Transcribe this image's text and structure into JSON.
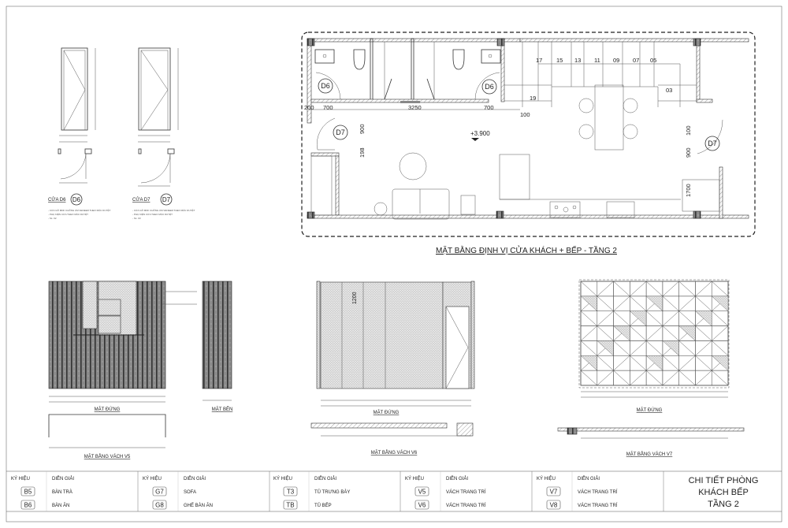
{
  "plan": {
    "title": "MẶT BẰNG ĐỊNH VỊ CỬA KHÁCH + BẾP - TẦNG 2",
    "level": "+3.900",
    "door_tags": [
      "D6",
      "D6",
      "D7",
      "D7"
    ],
    "stair_steps": [
      "17",
      "15",
      "13",
      "11",
      "09",
      "07",
      "05",
      "03",
      "19"
    ],
    "dimensions": [
      "200",
      "700",
      "3250",
      "700",
      "100",
      "900",
      "198",
      "100",
      "900",
      "1700"
    ]
  },
  "doors": [
    {
      "caption": "CỬA D6",
      "tag": "D6",
      "notes": [
        "- CỬA GỖ MDF CHỐNG ẨM VENEER THEO MẪU DUYỆT",
        "- PHỤ KIỆN CỬA THEO MẪU DUYỆT",
        "- SL: 02"
      ]
    },
    {
      "caption": "CỬA D7",
      "tag": "D7",
      "notes": [
        "- CỬA GỖ MDF CHỐNG ẨM VENEER THEO MẪU DUYỆT",
        "- PHỤ KIỆN CỬA THEO MẪU DUYỆT",
        "- SL: 03"
      ]
    }
  ],
  "elevations": {
    "v5_front": "MẶT ĐỨNG",
    "v5_side": "MẶT BÊN",
    "v5_plan": "MẶT BẰNG VÁCH V5",
    "v6_front": "MẶT ĐỨNG",
    "v6_plan": "MẶT BẰNG VÁCH V6",
    "v6_dim": "1200",
    "v7_front": "MẶT ĐỨNG",
    "v7_plan": "MẶT BẰNG VÁCH V7"
  },
  "legend": {
    "header_symbol": "KÝ HIỆU",
    "header_desc": "DIỄN GIẢI",
    "columns": [
      [
        {
          "code": "B5",
          "desc": "BÀN TRÀ"
        },
        {
          "code": "B6",
          "desc": "BÀN ĂN"
        }
      ],
      [
        {
          "code": "G7",
          "desc": "SOFA"
        },
        {
          "code": "G8",
          "desc": "GHẾ BÀN ĂN"
        }
      ],
      [
        {
          "code": "T3",
          "desc": "TỦ TRƯNG BÀY"
        },
        {
          "code": "TB",
          "desc": "TỦ BẾP"
        }
      ],
      [
        {
          "code": "V5",
          "desc": "VÁCH TRANG TRÍ"
        },
        {
          "code": "V6",
          "desc": "VÁCH TRANG TRÍ"
        }
      ],
      [
        {
          "code": "V7",
          "desc": "VÁCH TRANG TRÍ"
        },
        {
          "code": "V8",
          "desc": "VÁCH TRANG TRÍ"
        }
      ]
    ],
    "sheet_title": [
      "CHI TIẾT PHÒNG",
      "KHÁCH BẾP",
      "TẦNG 2"
    ]
  }
}
